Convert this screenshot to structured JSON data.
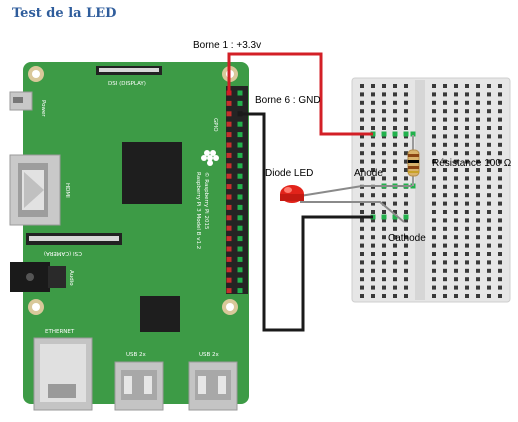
{
  "title": "Test de la LED",
  "labels": {
    "pin1": "Borne 1 : +3.3v",
    "pin6": "Borne 6 : GND",
    "led": "Diode LED",
    "resistor": "Résistance 100 Ω",
    "anode": "Anode",
    "cathode": "Cathode"
  },
  "board": {
    "dsi": "DSI (DISPLAY)",
    "csi": "CSI (CAMERA)",
    "power": "Power",
    "hdmi": "HDMI",
    "audio": "Audio",
    "ethernet": "ETHERNET",
    "usb_a": "USB 2x",
    "usb_b": "USB 2x",
    "gpio": "GPIO",
    "model": "Raspberry Pi 3 Model B v1.2",
    "copyright": "© Raspberry Pi 2015"
  },
  "colors": {
    "board": "#3d9b46",
    "wire_power": "#d31f26",
    "wire_gnd": "#1a1a1a",
    "wire_led": "#8a8a8a",
    "led": "#e2231a",
    "title": "#2f5d9c"
  }
}
